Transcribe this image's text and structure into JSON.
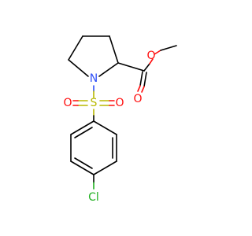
{
  "molecule": {
    "colors": {
      "carbon_bond": "#000000",
      "oxygen": "#ff0d0d",
      "nitrogen": "#3050f8",
      "sulfur": "#b8b800",
      "chlorine": "#1fb01f",
      "background": "#ffffff"
    },
    "atoms": {
      "n": "N",
      "s": "S",
      "o_sulfonyl_left": "O",
      "o_sulfonyl_right": "O",
      "o_carbonyl": "O",
      "o_ester": "O",
      "cl": "Cl"
    }
  }
}
